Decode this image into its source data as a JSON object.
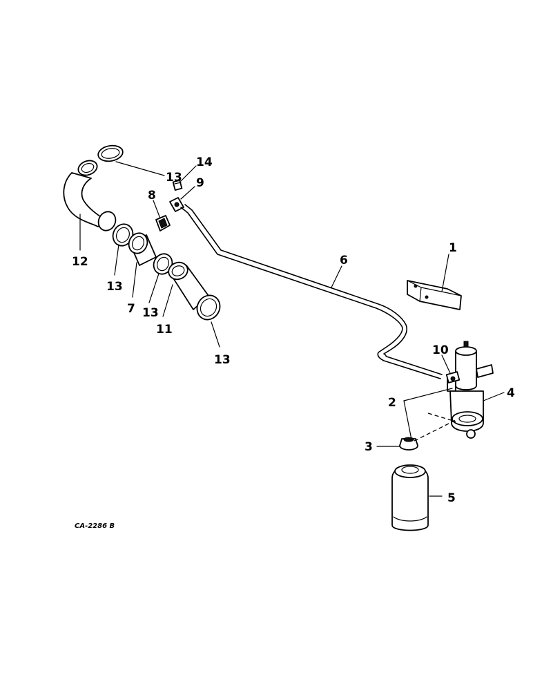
{
  "figure_code": "CA-2286 B",
  "callouts": {
    "c1": "1",
    "c2": "2",
    "c3": "3",
    "c4": "4",
    "c5": "5",
    "c6": "6",
    "c7": "7",
    "c8": "8",
    "c9": "9",
    "c10": "10",
    "c11": "11",
    "c12": "12",
    "c13a": "13",
    "c13b": "13",
    "c13c": "13",
    "c13d": "13",
    "c14": "14"
  }
}
